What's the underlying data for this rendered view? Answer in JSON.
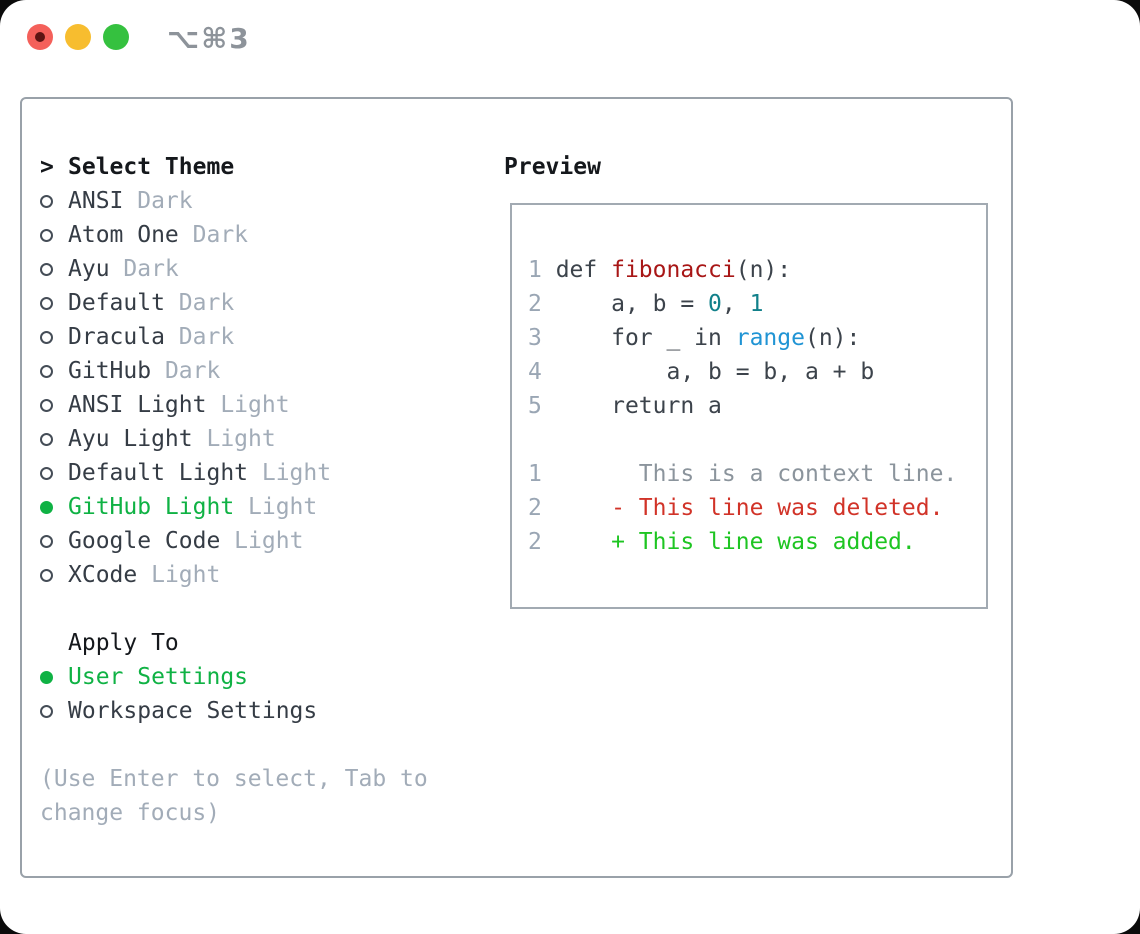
{
  "window": {
    "title": "⌥⌘3",
    "traffic_lights": [
      "close",
      "minimize",
      "zoom"
    ]
  },
  "colors": {
    "selection_green": "#0fb244",
    "diff_added_green": "#1ec522",
    "diff_deleted_red": "#d13328",
    "function_red": "#a81616",
    "number_teal": "#11808a",
    "call_blue": "#2094d4",
    "muted_gray": "#a2acb8",
    "panel_border": "#99a1a9"
  },
  "theme_picker": {
    "prompt_marker": ">",
    "title": "Select Theme",
    "items": [
      {
        "name": "ANSI",
        "variant": "Dark",
        "selected": false
      },
      {
        "name": "Atom One",
        "variant": "Dark",
        "selected": false
      },
      {
        "name": "Ayu",
        "variant": "Dark",
        "selected": false
      },
      {
        "name": "Default",
        "variant": "Dark",
        "selected": false
      },
      {
        "name": "Dracula",
        "variant": "Dark",
        "selected": false
      },
      {
        "name": "GitHub",
        "variant": "Dark",
        "selected": false
      },
      {
        "name": "ANSI Light",
        "variant": "Light",
        "selected": false
      },
      {
        "name": "Ayu Light",
        "variant": "Light",
        "selected": false
      },
      {
        "name": "Default Light",
        "variant": "Light",
        "selected": false
      },
      {
        "name": "GitHub Light",
        "variant": "Light",
        "selected": true
      },
      {
        "name": "Google Code",
        "variant": "Light",
        "selected": false
      },
      {
        "name": "XCode",
        "variant": "Light",
        "selected": false
      }
    ]
  },
  "apply_to": {
    "title": "Apply To",
    "options": [
      {
        "label": "User Settings",
        "selected": true
      },
      {
        "label": "Workspace Settings",
        "selected": false
      }
    ]
  },
  "hint": {
    "line1": "(Use Enter to select, Tab to",
    "line2": "change focus)"
  },
  "preview": {
    "title": "Preview",
    "lines": [
      {
        "tokens": [
          {
            "t": "1 ",
            "c": "gutter"
          },
          {
            "t": "def ",
            "c": "fg"
          },
          {
            "t": "fibonacci",
            "c": "func"
          },
          {
            "t": "(n):",
            "c": "fg"
          }
        ]
      },
      {
        "tokens": [
          {
            "t": "2 ",
            "c": "gutter"
          },
          {
            "t": "    a, b = ",
            "c": "fg"
          },
          {
            "t": "0",
            "c": "num"
          },
          {
            "t": ", ",
            "c": "fg"
          },
          {
            "t": "1",
            "c": "num"
          }
        ]
      },
      {
        "tokens": [
          {
            "t": "3 ",
            "c": "gutter"
          },
          {
            "t": "    for _ in ",
            "c": "fg"
          },
          {
            "t": "range",
            "c": "call"
          },
          {
            "t": "(n):",
            "c": "fg"
          }
        ]
      },
      {
        "tokens": [
          {
            "t": "4 ",
            "c": "gutter"
          },
          {
            "t": "        a, b = b, a + b",
            "c": "fg"
          }
        ]
      },
      {
        "tokens": [
          {
            "t": "5 ",
            "c": "gutter"
          },
          {
            "t": "    return a",
            "c": "fg"
          }
        ]
      },
      {
        "tokens": []
      },
      {
        "tokens": [
          {
            "t": "1",
            "c": "gutter"
          },
          {
            "t": "       This is a context line.",
            "c": "ctx"
          }
        ]
      },
      {
        "tokens": [
          {
            "t": "2",
            "c": "gutter"
          },
          {
            "t": "     ",
            "c": "fg"
          },
          {
            "t": "- This line was deleted.",
            "c": "del"
          }
        ]
      },
      {
        "tokens": [
          {
            "t": "2",
            "c": "gutter"
          },
          {
            "t": "     ",
            "c": "fg"
          },
          {
            "t": "+ This line was added.",
            "c": "add"
          }
        ]
      }
    ]
  }
}
